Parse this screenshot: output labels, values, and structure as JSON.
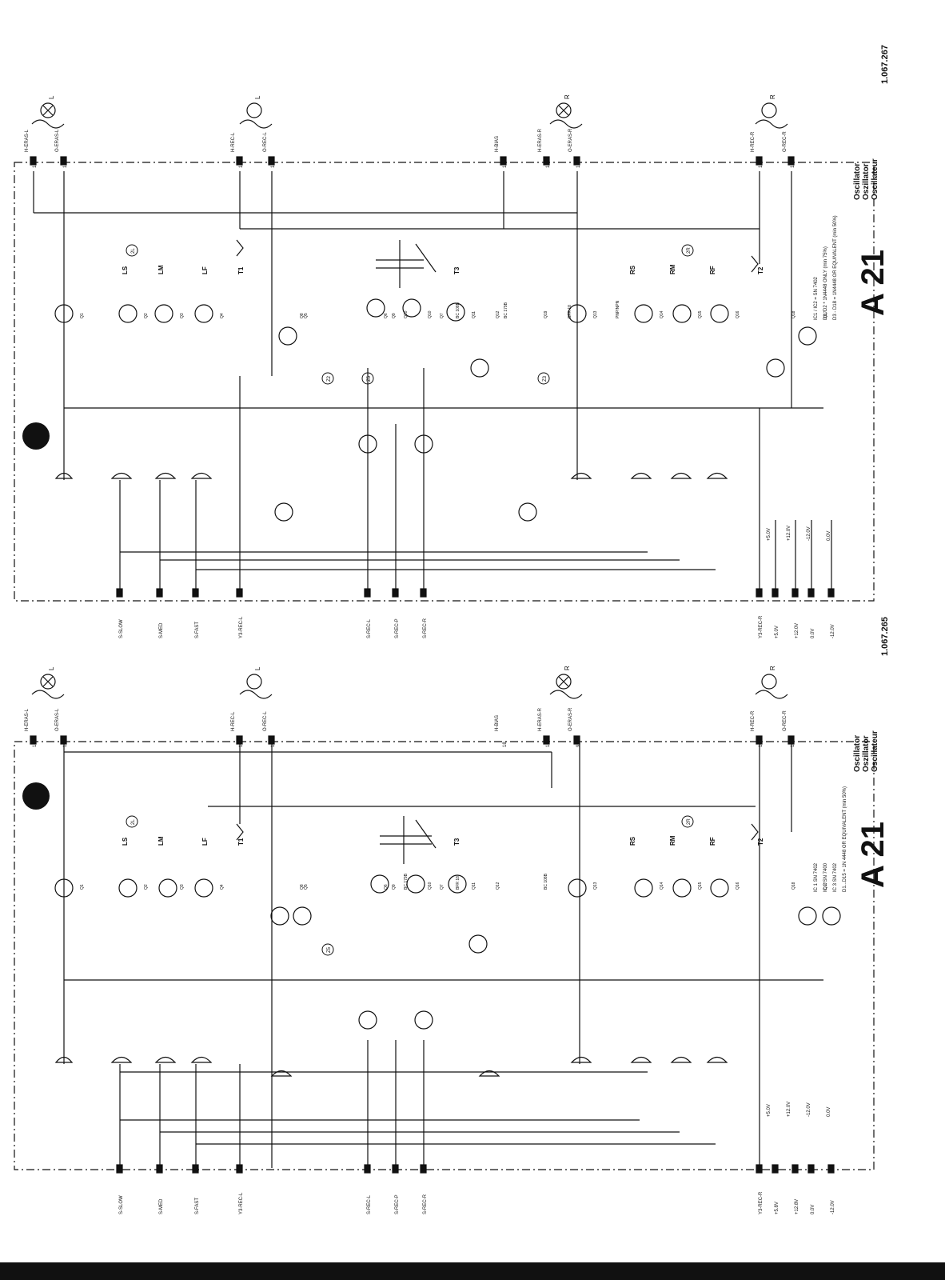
{
  "title_block": {
    "top": {
      "module": "A 21",
      "desc_lines": [
        "Oscillator",
        "Oszillator",
        "Oscillateur"
      ],
      "part_number": "1.067.267",
      "notes": [
        "IC1 / IC2 = SN 7402",
        "D1, D2  * 1N4448 ONLY (min 75%)",
        "D3 - D18 = 1N4448 OR EQUIVALENT (min 50%)"
      ]
    },
    "bottom": {
      "module": "A 21",
      "desc_lines": [
        "Oscillator",
        "Oszillator",
        "Oscillateur"
      ],
      "part_number": "1.067.265",
      "notes": [
        "IC 1   SN 7402",
        "IC 2   SN 7400",
        "IC 3   SN 7402",
        "D1...D15 = 1N 4448 OR EQUIVALENT (min 50%)"
      ]
    }
  },
  "top_schematic": {
    "head_labels": [
      "L",
      "L",
      "R",
      "R"
    ],
    "top_connectors": [
      {
        "pin": "16",
        "name": "H-ERAS-L"
      },
      {
        "pin": "18",
        "name": "O-ERAS-L"
      },
      {
        "pin": "15",
        "name": "H-REC-L"
      },
      {
        "pin": "14",
        "name": "O-REC-L"
      },
      {
        "pin": "18",
        "name": "H-BIAS"
      },
      {
        "pin": "17",
        "name": "H-ERAS-R"
      },
      {
        "pin": "10",
        "name": "O-ERAS-R"
      },
      {
        "pin": "13",
        "name": "H-REC-R"
      },
      {
        "pin": "11",
        "name": "O-REC-R"
      }
    ],
    "bottom_connectors": [
      {
        "pin": "3",
        "name": "S-SLOW"
      },
      {
        "pin": "2",
        "name": "S-MED"
      },
      {
        "pin": "1",
        "name": "S-FAST"
      },
      {
        "pin": "12",
        "name": "Y3-REC-L"
      },
      {
        "pin": "20",
        "name": "S-REC-L"
      },
      {
        "pin": "19",
        "name": "S-REC-P"
      },
      {
        "pin": "21",
        "name": "S-REC-R"
      },
      {
        "pin": "8",
        "name": "Y3-REC-R"
      },
      {
        "pin": "4",
        "name": "+5.0V"
      },
      {
        "pin": "6",
        "name": "+12.0V"
      },
      {
        "pin": "5",
        "name": "0.0V"
      },
      {
        "pin": "7",
        "name": "-12.0V"
      }
    ],
    "components": [
      "T1",
      "T2",
      "T3",
      "LS",
      "LM",
      "LF",
      "RS",
      "RM",
      "RF",
      "Q1",
      "Q2",
      "Q3",
      "Q4",
      "Q5",
      "Q6",
      "Q7",
      "Q8",
      "Q9",
      "Q10",
      "Q11",
      "Q12",
      "Q13",
      "Q14",
      "Q15",
      "Q16",
      "Q17",
      "Q18",
      "Q19",
      "Q20",
      "BC 108B",
      "BC 179B",
      "BFR 18",
      "PNP/NPN"
    ],
    "circled": [
      "2L",
      "2R",
      "Z2",
      "Z3",
      "Z5"
    ],
    "rails": [
      "+5.0V",
      "+12.0V",
      "-12.0V",
      "0.0V"
    ]
  },
  "bottom_schematic": {
    "head_labels": [
      "L",
      "L",
      "R",
      "R"
    ],
    "top_connectors": [
      {
        "pin": "16",
        "name": "H-ERAS-L"
      },
      {
        "pin": "18",
        "name": "O-ERAS-L"
      },
      {
        "pin": "15",
        "name": "H-REC-L"
      },
      {
        "pin": "14",
        "name": "O-REC-L"
      },
      {
        "pin": "18",
        "name": "H-BIAS"
      },
      {
        "pin": "17",
        "name": "H-ERAS-R"
      },
      {
        "pin": "9",
        "name": "O-ERAS-R"
      },
      {
        "pin": "13",
        "name": "H-REC-R"
      },
      {
        "pin": "11",
        "name": "O-REC-R"
      }
    ],
    "bottom_connectors": [
      {
        "pin": "3",
        "name": "S-SLOW"
      },
      {
        "pin": "2",
        "name": "S-MED"
      },
      {
        "pin": "1",
        "name": "S-FAST"
      },
      {
        "pin": "12",
        "name": "Y3-REC-L"
      },
      {
        "pin": "20",
        "name": "S-REC-L"
      },
      {
        "pin": "19",
        "name": "S-REC-P"
      },
      {
        "pin": "21",
        "name": "S-REC-R"
      },
      {
        "pin": "8",
        "name": "Y3-REC-R"
      },
      {
        "pin": "4",
        "name": "+5.8V"
      },
      {
        "pin": "6",
        "name": "+12.8V"
      },
      {
        "pin": "5",
        "name": "0.0V"
      },
      {
        "pin": "7",
        "name": "-12.0V"
      }
    ],
    "components": [
      "T1",
      "T2",
      "T3",
      "LS",
      "LM",
      "LF",
      "RS",
      "RM",
      "RF",
      "Q1",
      "Q2",
      "Q3",
      "Q4",
      "Q5",
      "Q6",
      "Q7",
      "Q8",
      "Q9",
      "Q10",
      "Q11",
      "Q12",
      "Q13",
      "Q14",
      "Q15",
      "Q16",
      "Q17",
      "Q18",
      "BC 108B",
      "BC 179B",
      "BFR 18"
    ],
    "circled": [
      "2L",
      "2R",
      "Z5"
    ],
    "rails": [
      "+5.0V",
      "+12.0V",
      "-12.0V",
      "0.0V"
    ]
  }
}
